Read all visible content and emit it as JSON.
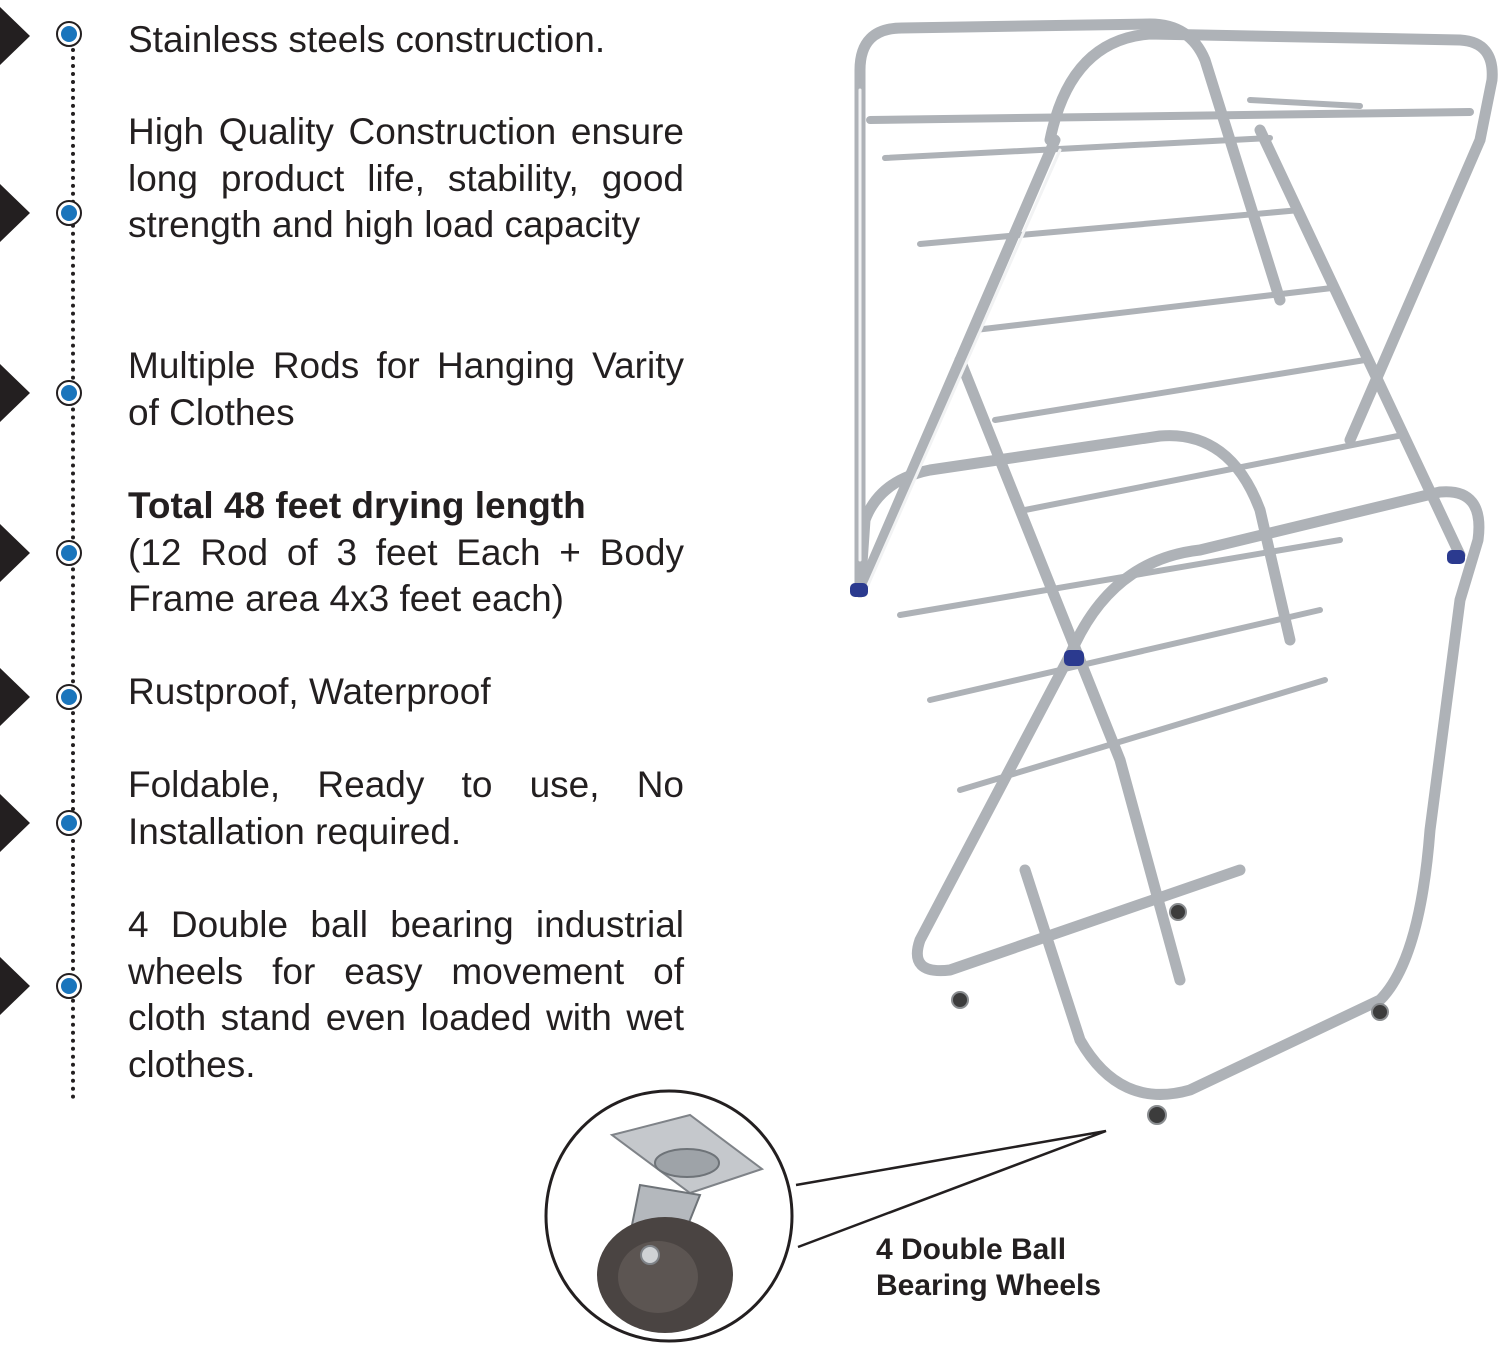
{
  "features": [
    {
      "text": "Stainless steels construction."
    },
    {
      "text": "High Quality Construction ensure long product life, stability, good strength and high load capacity"
    },
    {
      "text": "Multiple Rods for Hanging Varity of Clothes"
    },
    {
      "bold": "Total 48 feet drying length",
      "text": "(12 Rod of 3 feet Each + Body Frame area 4x3 feet each)"
    },
    {
      "text": "Rustproof, Waterproof"
    },
    {
      "text": "Foldable, Ready to use, No Installation required."
    },
    {
      "text": "4 Double ball bearing industrial wheels for easy movement of cloth stand even loaded with wet clothes."
    }
  ],
  "callout": {
    "line1": "4 Double Ball",
    "line2": "Bearing Wheels"
  },
  "colors": {
    "accent": "#1a75bc",
    "text": "#231f20",
    "steel": "#b9bcc0",
    "end_cap": "#2b3a8f"
  },
  "icons": [
    "triangle-marker-icon",
    "bullet-dot-icon"
  ]
}
